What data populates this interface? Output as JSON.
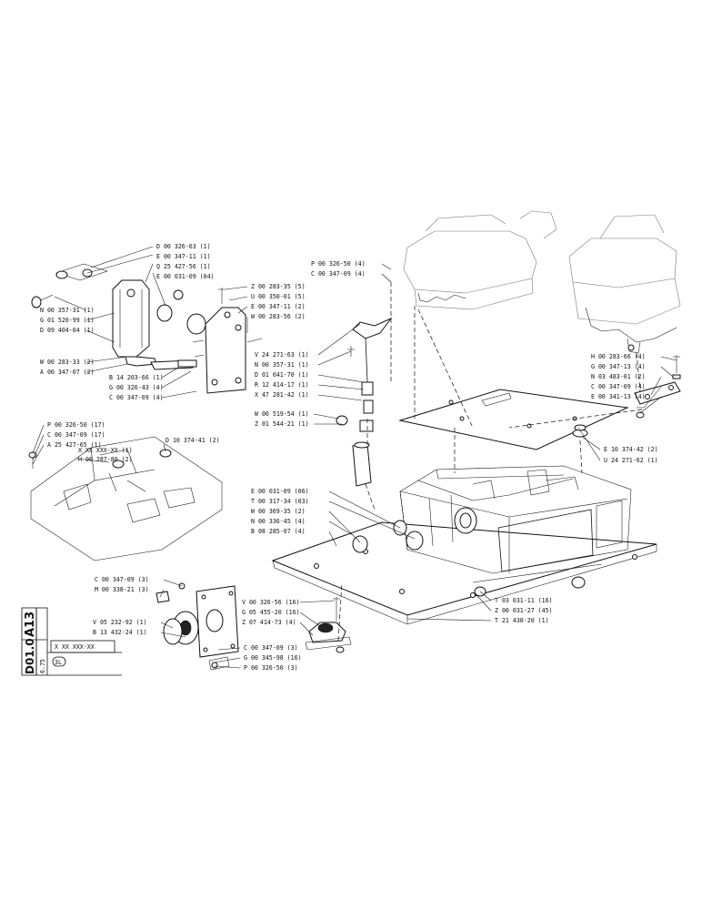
{
  "drawing": {
    "section_code": "A13",
    "sheet_code": "D01.0",
    "part_number_box": "X XX XXX-XX",
    "date_code": "6.75",
    "model_code": "3L"
  },
  "callouts": {
    "pedal_top": [
      "D 00 326-63 (1)",
      "E 00 347-11 (1)",
      "Q 25 427-56 (1)",
      "E 00 031-09 (04)"
    ],
    "pedal_left": [
      "N 00 357-31 (1)",
      "G 01 520-99 (1)",
      "D 09 404-04 (1)"
    ],
    "pedal_bottom": [
      "W 00 283-33 (2)",
      "A 00 347-07 (2)"
    ],
    "bracket_left": [
      "B 14 203-66 (1)",
      "G 00 326-43 (4)",
      "C 00 347-09 (4)"
    ],
    "bracket_right": [
      "Z 00 283-35 (5)",
      "U 00 350-01 (5)",
      "E 00 347-11 (2)",
      "W 00 283-56 (2)"
    ],
    "lever": [
      "V 24 271-63 (1)",
      "N 00 357-31 (1)",
      "D 01 041-70 (1)",
      "R 12 414-17 (1)",
      "X 47 281-42 (1)"
    ],
    "lever_lower": [
      "W 00 519-54 (1)",
      "Z 01 544-21 (1)"
    ],
    "seat": [
      "P 00 326-50 (4)",
      "C 00 347-09 (4)"
    ],
    "seat_rail": [
      "H 00 283-66 (4)",
      "G 00 347-13 (4)",
      "N 03 483-01 (2)",
      "C 00 347-09 (4)",
      "E 00 341-13 (4)"
    ],
    "plate_knob": [
      "E 10 374-42 (2)",
      "U 24 271-62 (1)"
    ],
    "panel_left": [
      "P 00 326-50 (17)",
      "C 00 347-09 (17)",
      "A 25 427-65 (1)"
    ],
    "panel_mid": [
      "X XX XXX-XX (1)",
      "H 00 287-80 (2)"
    ],
    "panel_right": [
      "D 10 374-41 (2)"
    ],
    "frame": [
      "E 00 031-09 (06)",
      "T 00 317-34 (03)",
      "W 00 369-35 (2)",
      "N 00 336-45 (4)",
      "B 08 285-07 (4)"
    ],
    "hub_top": [
      "C 00 347-09 (3)",
      "M 00 338-21 (3)"
    ],
    "hub_left": [
      "V 05 232-92 (1)",
      "B 13 432-24 (1)"
    ],
    "hub_bottom": [
      "C 00 347-09 (3)",
      "G 00 345-98 (16)",
      "P 00 326-50 (3)"
    ],
    "mount": [
      "V 00 326-56 (16)",
      "G 05 455-20 (16)",
      "Z 07 414-73 (4)"
    ],
    "floor": [
      "T 03 031-11 (16)",
      "Z 00 031-27 (45)",
      "T 21 438-20 (1)"
    ]
  }
}
